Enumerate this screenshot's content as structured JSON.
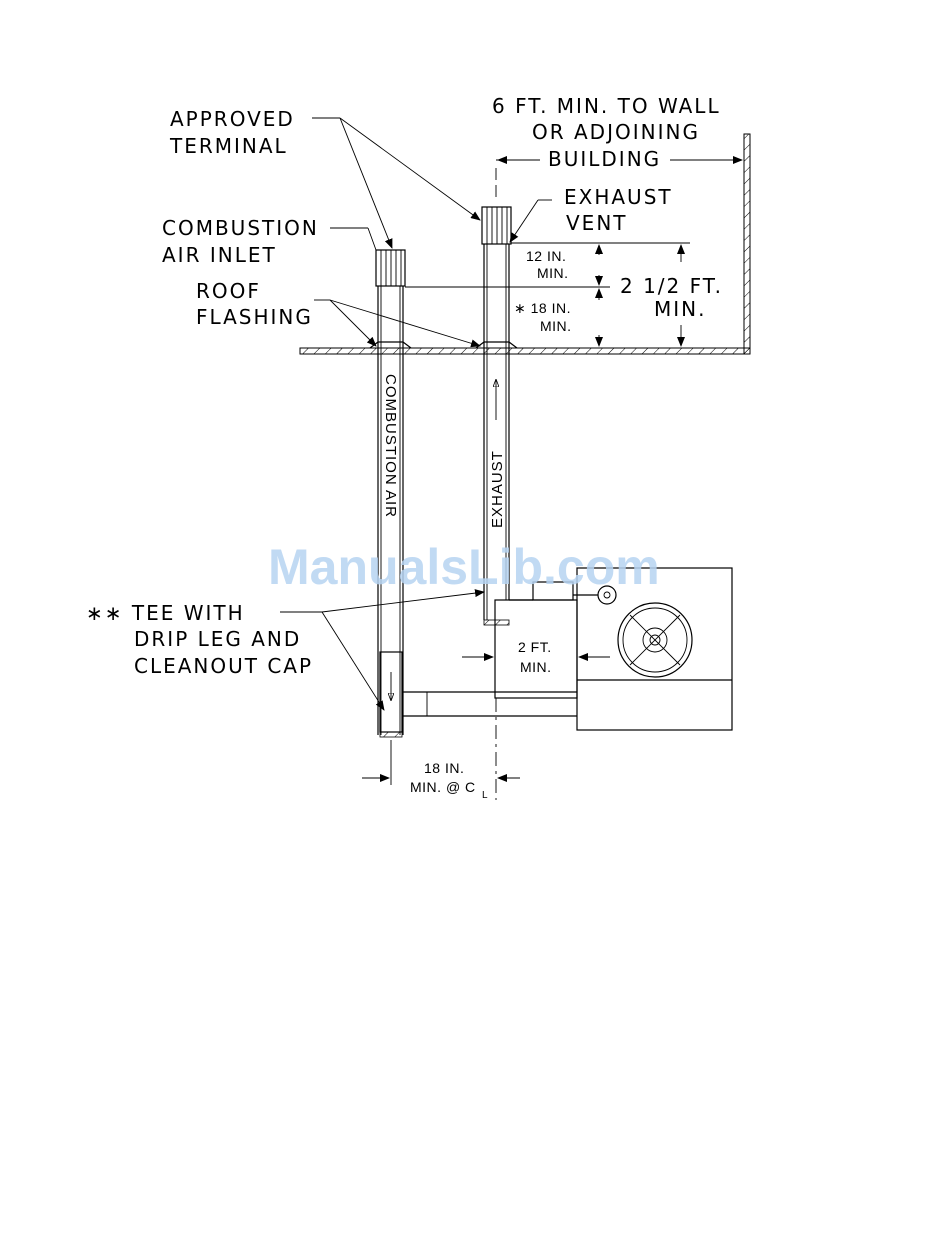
{
  "labels": {
    "approved_terminal": [
      "APPROVED",
      "TERMINAL"
    ],
    "combustion_air_inlet": [
      "COMBUSTION",
      "AIR INLET"
    ],
    "roof_flashing": [
      "ROOF",
      "FLASHING"
    ],
    "wall_clearance": [
      "6 FT. MIN. TO WALL",
      "OR ADJOINING",
      "BUILDING"
    ],
    "exhaust_vent": [
      "EXHAUST",
      "VENT"
    ],
    "dim_12in": [
      "12 IN.",
      "MIN."
    ],
    "dim_18in_roof": [
      "∗ 18 IN.",
      "MIN."
    ],
    "dim_2half_ft": [
      "2 1/2 FT.",
      "MIN."
    ],
    "combustion_air_pipe": "COMBUSTION AIR",
    "exhaust_pipe": "EXHAUST",
    "tee_drip_leg": [
      "∗∗ TEE WITH",
      "DRIP LEG AND",
      "CLEANOUT CAP"
    ],
    "dim_2ft": [
      "2 FT.",
      "MIN."
    ],
    "dim_18in_cl": [
      "18 IN.",
      "MIN. @ C"
    ],
    "centerline_sub": "L"
  },
  "watermark": "ManualsLib.com",
  "colors": {
    "line": "#000000",
    "watermark": "#b7d4f2"
  }
}
